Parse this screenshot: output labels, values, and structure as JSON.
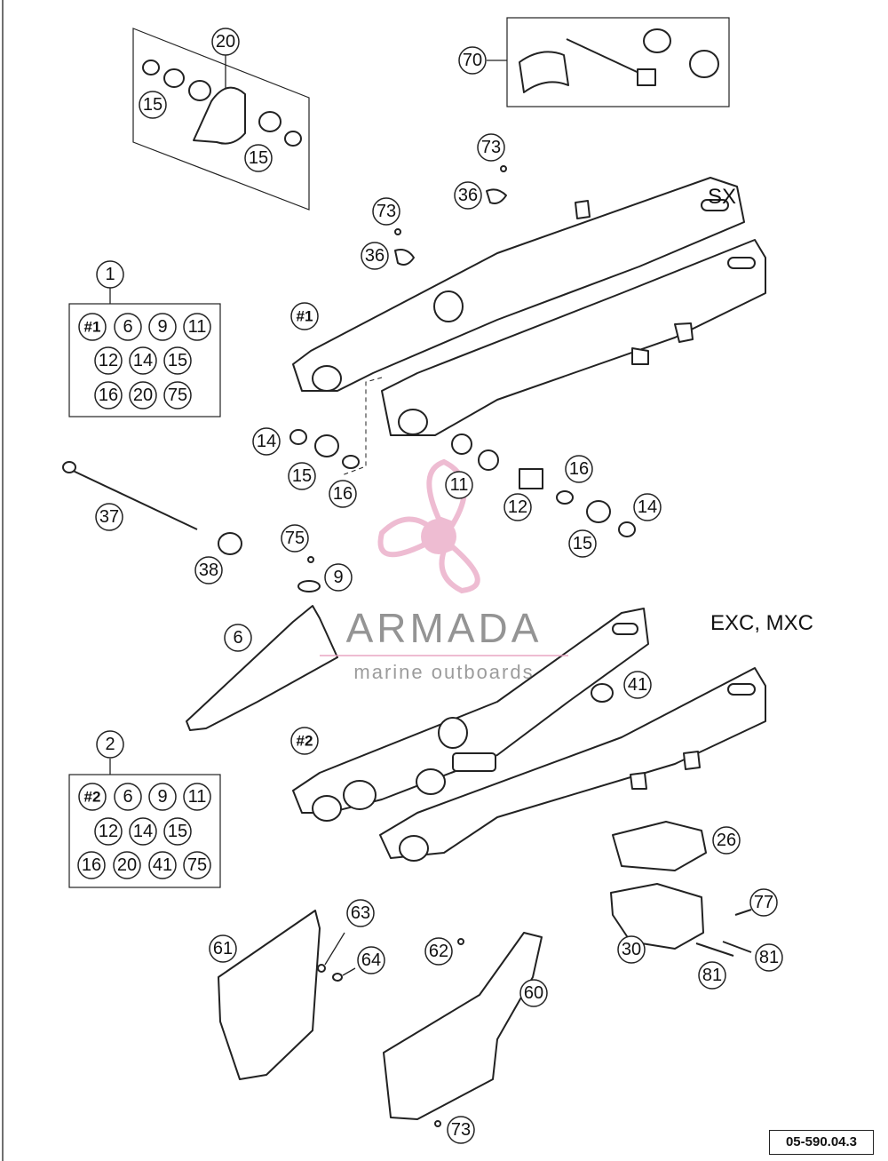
{
  "models": {
    "sx": "SX",
    "exc_mxc": "EXC, MXC"
  },
  "document_code": "05-590.04.3",
  "watermark": {
    "name": "ARMADA",
    "tagline": "marine outboards",
    "accent_color": "#e7a1c0"
  },
  "kit_1": {
    "number": "1",
    "parts": [
      "#1",
      "6",
      "9",
      "11",
      "12",
      "14",
      "15",
      "16",
      "20",
      "75"
    ]
  },
  "kit_2": {
    "number": "2",
    "parts": [
      "#2",
      "6",
      "9",
      "11",
      "12",
      "14",
      "15",
      "16",
      "20",
      "41",
      "75"
    ]
  },
  "callouts": {
    "c20": "20",
    "c15a": "15",
    "c15b": "15",
    "c70": "70",
    "c73a": "73",
    "c36a": "36",
    "c73b": "73",
    "c36b": "36",
    "h1": "#1",
    "c14a": "14",
    "c15c": "15",
    "c16a": "16",
    "c11": "11",
    "c12": "12",
    "c16b": "16",
    "c14b": "14",
    "c15d": "15",
    "c37": "37",
    "c38": "38",
    "c75": "75",
    "c9": "9",
    "c6": "6",
    "c41": "41",
    "h2": "#2",
    "c26": "26",
    "c30": "30",
    "c77": "77",
    "c81a": "81",
    "c81b": "81",
    "c61": "61",
    "c63": "63",
    "c64": "64",
    "c62": "62",
    "c60": "60",
    "c73c": "73"
  }
}
